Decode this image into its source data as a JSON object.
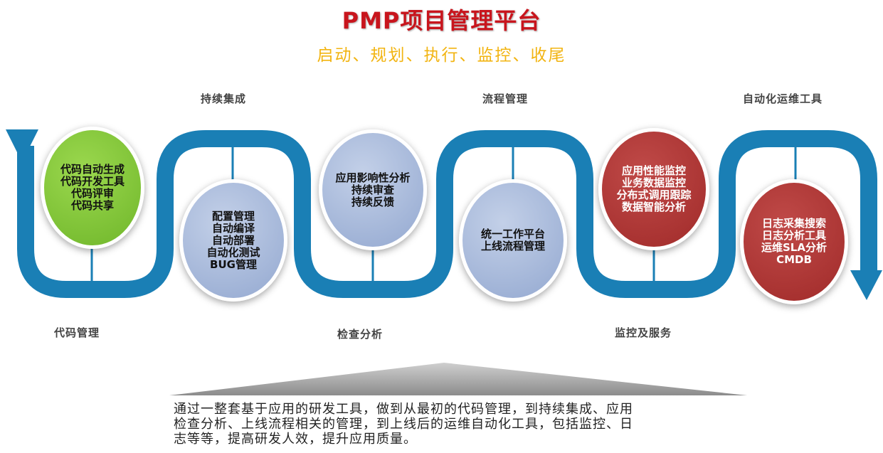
{
  "title": "PMP项目管理平台",
  "subtitle": "启动、规划、执行、监控、收尾",
  "stages": {
    "code_mgmt": "代码管理",
    "ci": "持续集成",
    "inspection": "检查分析",
    "process": "流程管理",
    "monitor": "监控及服务",
    "ops": "自动化运维工具"
  },
  "circles": {
    "code": [
      "代码自动生成",
      "代码开发工具",
      "代码评审",
      "代码共享"
    ],
    "ci": [
      "配置管理",
      "自动编译",
      "自动部署",
      "自动化测试",
      "BUG管理"
    ],
    "inspection": [
      "应用影响性分析",
      "持续审查",
      "持续反馈"
    ],
    "process": [
      "统一工作平台",
      "上线流程管理"
    ],
    "monitor": [
      "应用性能监控",
      "业务数据监控",
      "分布式调用跟踪",
      "数据智能分析"
    ],
    "ops": [
      "日志采集搜索",
      "日志分析工具",
      "运维SLA分析",
      "CMDB"
    ]
  },
  "description": {
    "line1": "通过一整套基于应用的研发工具，做到从最初的代码管理，到持续集成、应用",
    "line2": "检查分析、上线流程相关的管理，到上线后的运维自动化工具，包括监控、日",
    "line3": "志等等，提高研发人效，提升应用质量。"
  },
  "colors": {
    "title": "#c8151d",
    "subtitle": "#f2b411",
    "flow": "#1a7fb5",
    "green": "#80c43a",
    "blue": "#a8b9dc",
    "red": "#b13534"
  }
}
